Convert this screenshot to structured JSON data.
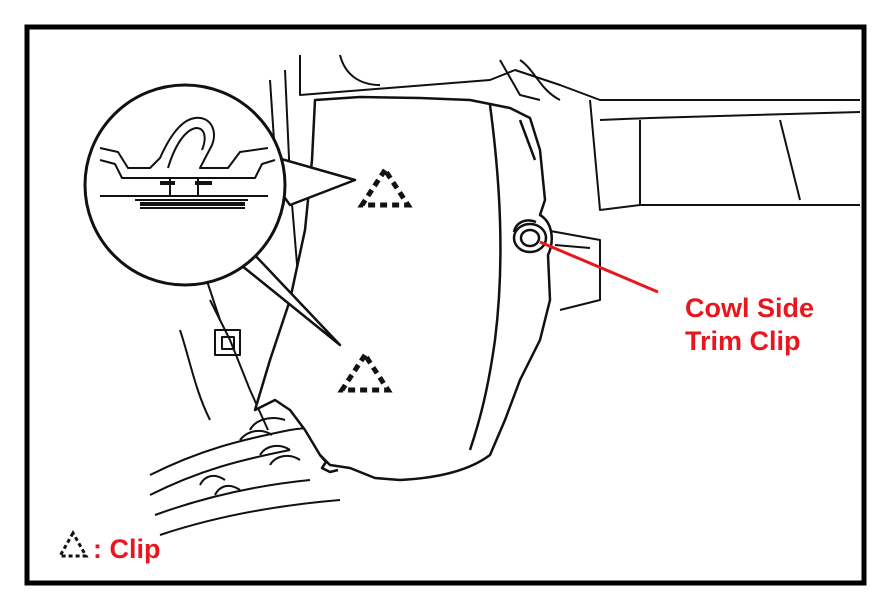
{
  "callout": {
    "line1": "Cowl Side",
    "line2": "Trim Clip",
    "color": "#e8171d"
  },
  "legend": {
    "symbol_icon": "dashed-triangle-clip-icon",
    "text": ": Clip"
  },
  "colors": {
    "line": "#111111",
    "frame": "#000000",
    "accent": "#e8171d"
  }
}
